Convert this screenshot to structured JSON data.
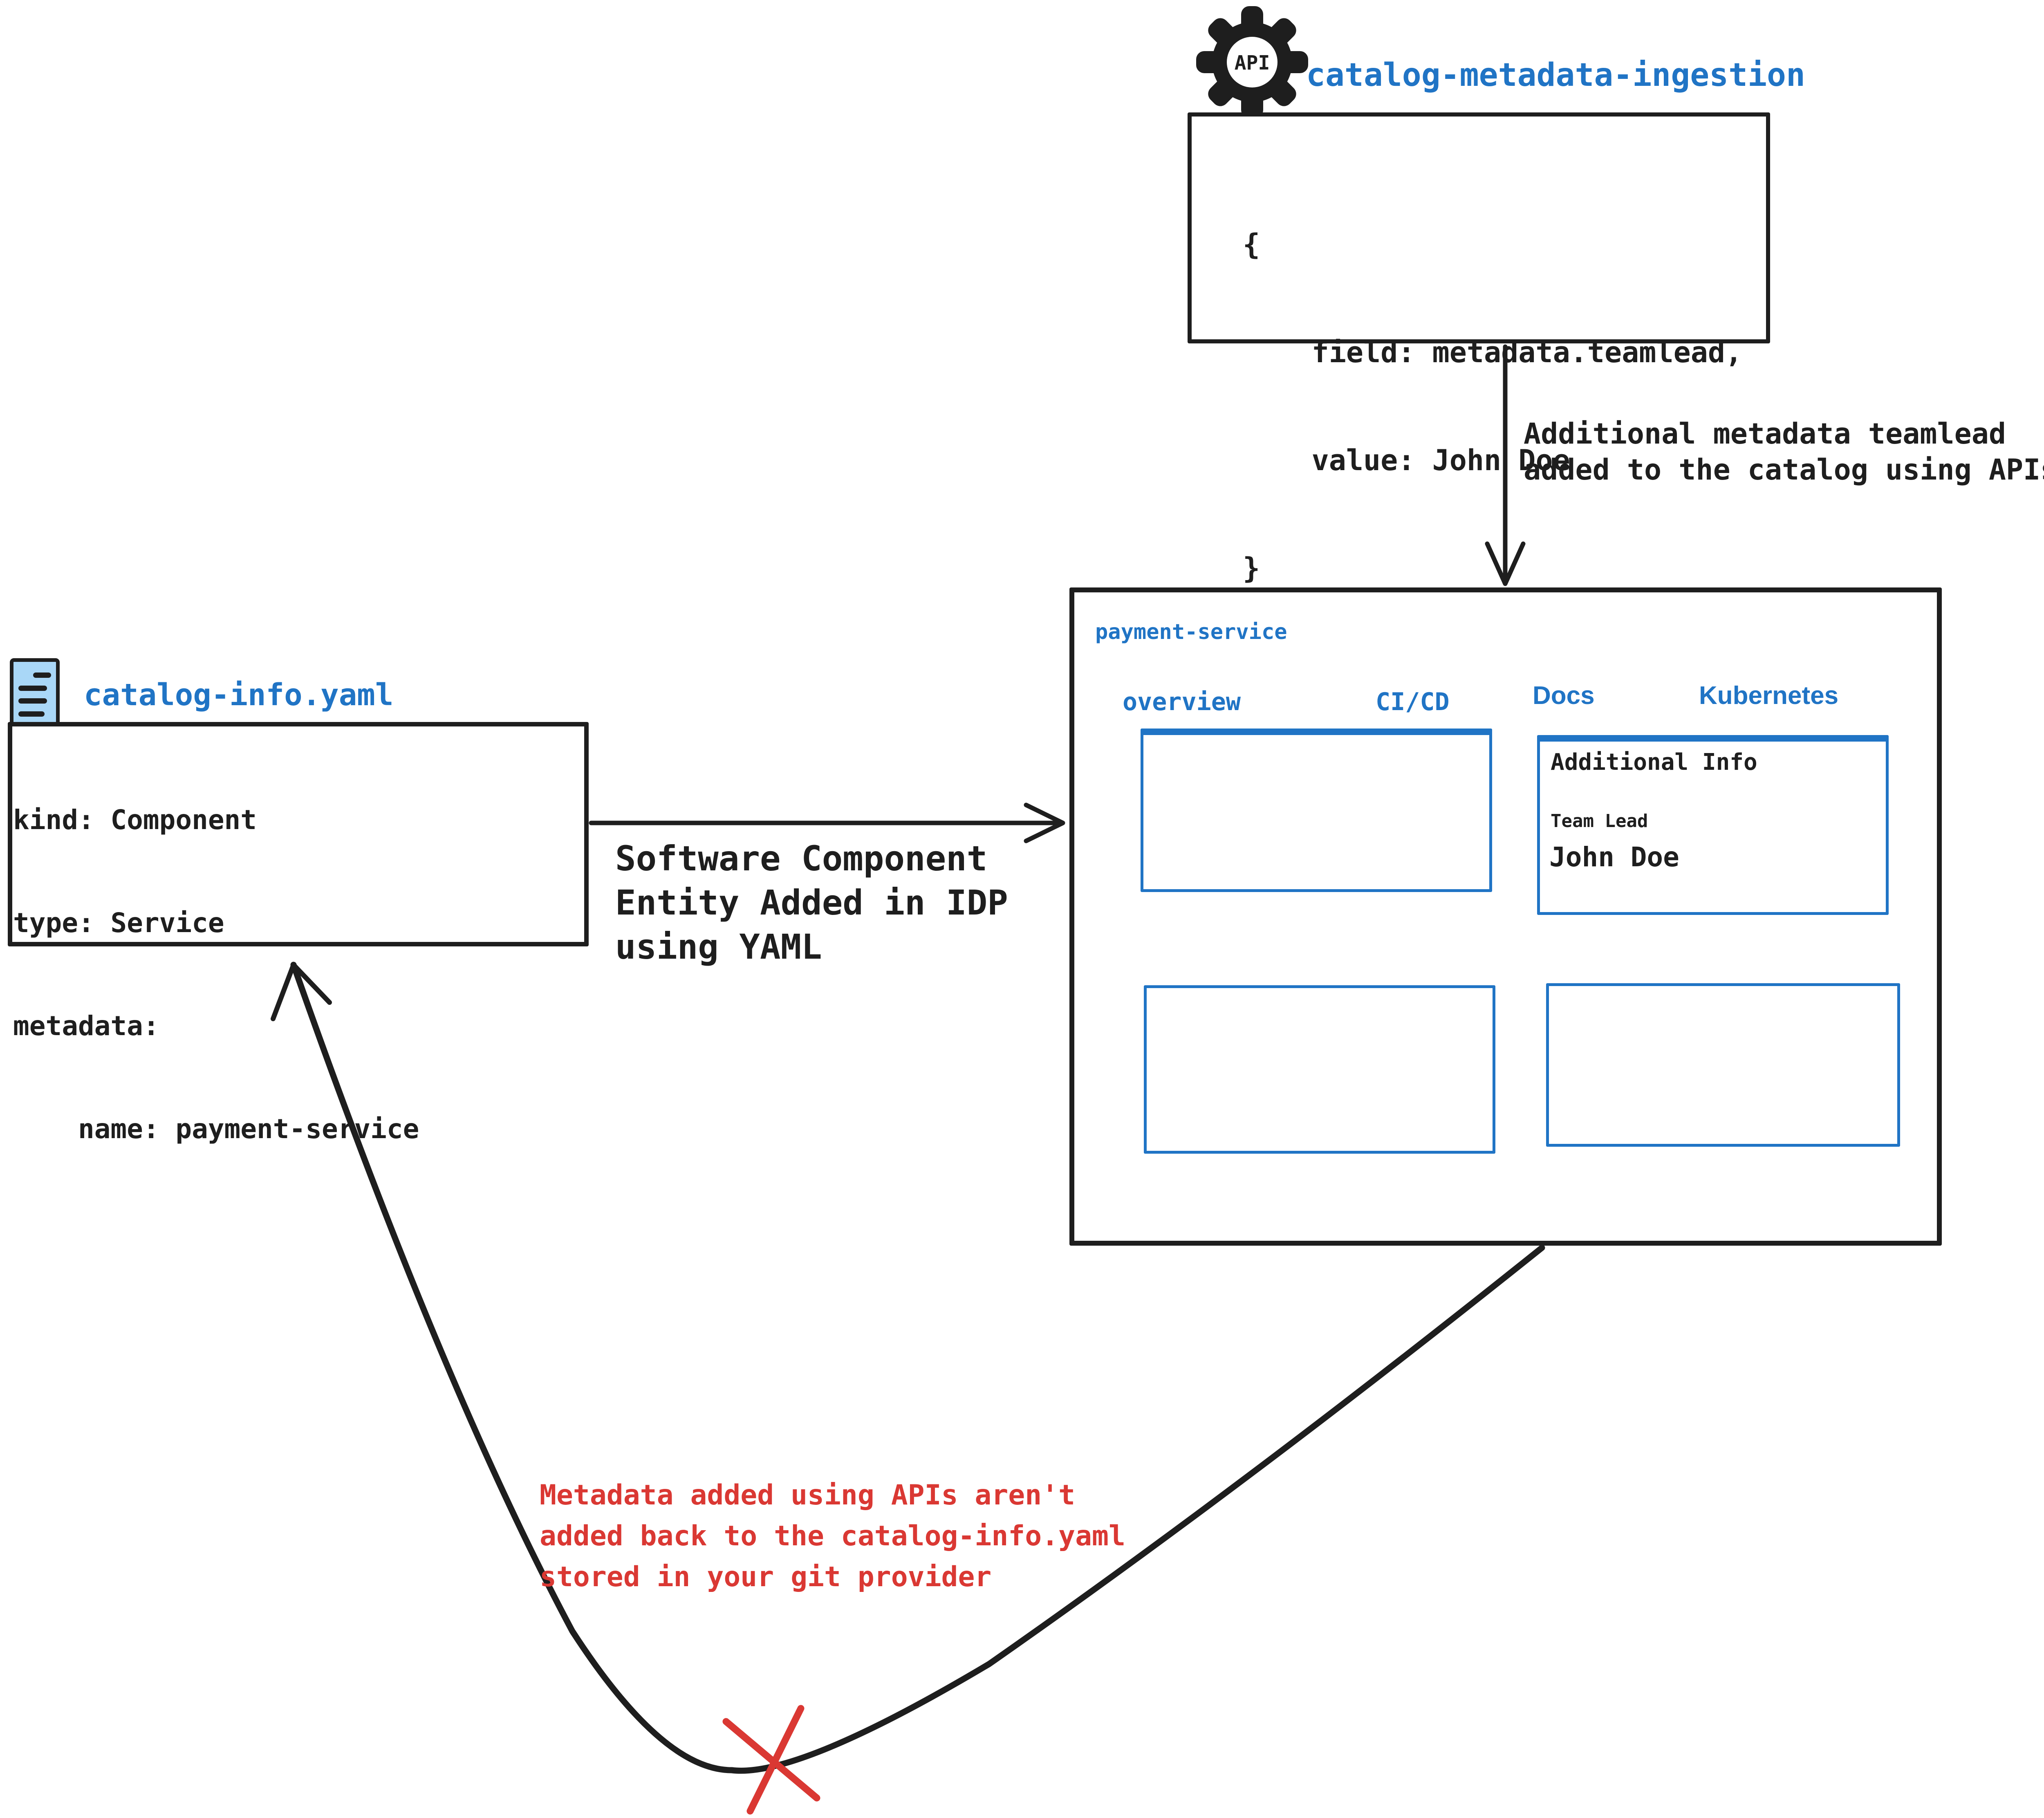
{
  "colors": {
    "accent_blue": "#2074c5",
    "icon_fill_light_blue": "#a9d7f7",
    "alert_red": "#da3833",
    "ink": "#1e1e1e"
  },
  "api_ingestion": {
    "icon_label": "API",
    "title": "catalog-metadata-ingestion",
    "code_lines": [
      "{",
      "    field: metadata.teamlead,",
      "    value: John Doe",
      "}"
    ],
    "arrow_note": {
      "line1": "Additional metadata teamlead",
      "line2": "added to the catalog using APIs"
    }
  },
  "idp_window": {
    "title": "payment-service",
    "tabs": [
      {
        "label": "overview"
      },
      {
        "label": "CI/CD"
      },
      {
        "label": "Docs"
      },
      {
        "label": "Kubernetes"
      }
    ],
    "additional_info": {
      "heading": "Additional Info",
      "field_label": "Team Lead",
      "field_value": "John Doe"
    }
  },
  "yaml_file": {
    "title": "catalog-info.yaml",
    "code_lines": [
      "kind: Component",
      "type: Service",
      "metadata:",
      "    name: payment-service"
    ],
    "arrow_note": {
      "line1": "Software Component",
      "line2": "Entity Added in IDP",
      "line3": "using YAML"
    }
  },
  "feedback_note": {
    "line1": "Metadata added using APIs aren't",
    "line2": "added back to the catalog-info.yaml",
    "line3": "stored in your git provider"
  }
}
